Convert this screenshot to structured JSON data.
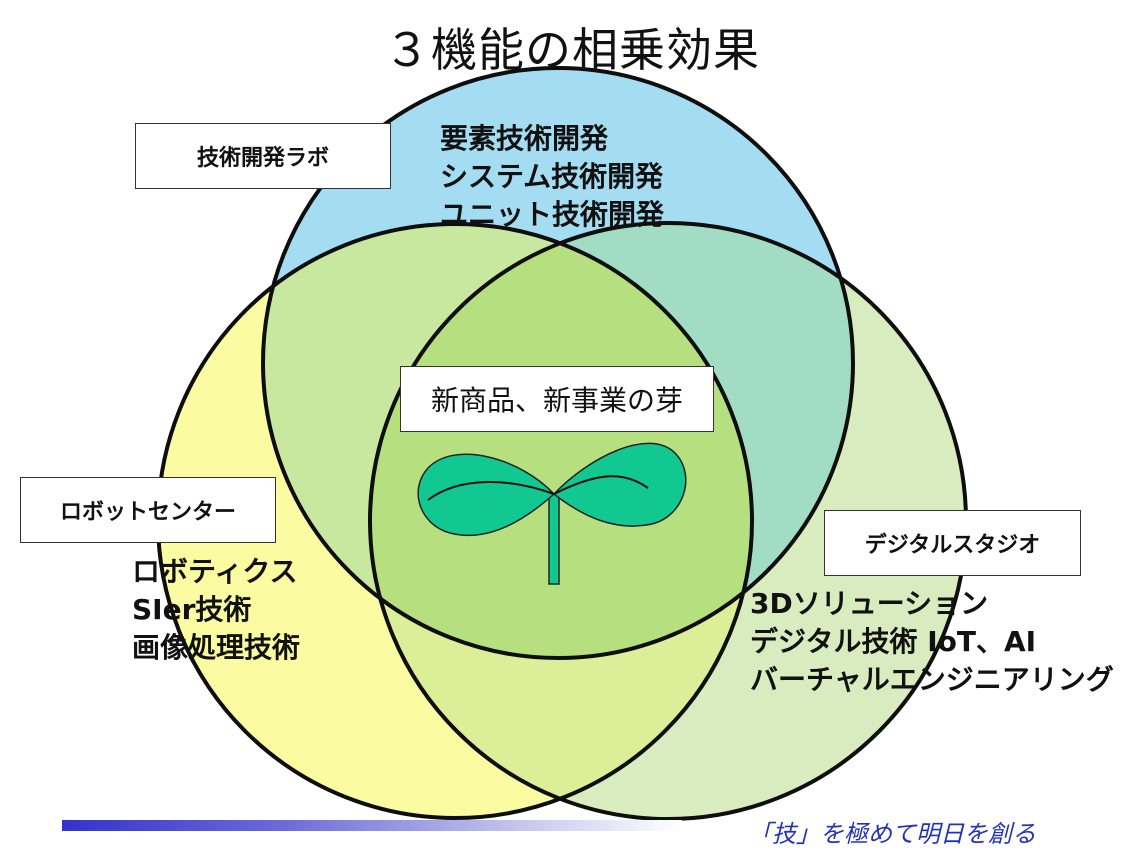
{
  "title": "３機能の相乗効果",
  "circles": {
    "lab": {
      "color": "#a4dcf2"
    },
    "robot": {
      "color": "#fbfba2"
    },
    "studio": {
      "color": "#d8ecc0"
    }
  },
  "lab": {
    "label": "技術開発ラボ",
    "items": [
      "要素技術開発",
      "システム技術開発",
      "ユニット技術開発"
    ]
  },
  "robot": {
    "label": "ロボットセンター",
    "items": [
      "ロボティクス",
      "SIer技術",
      "画像処理技術"
    ]
  },
  "studio": {
    "label": "デジタルスタジオ",
    "items": [
      "3Dソリューション",
      "デジタル技術 IoT、AI",
      "バーチャルエンジニアリング"
    ]
  },
  "center": {
    "label": "新商品、新事業の芽",
    "sprout_color": "#10c890"
  },
  "footer": {
    "slogan": "「技」を極めて明日を創る",
    "slogan_color": "#2233bb",
    "bar_color": "#3333cc"
  }
}
